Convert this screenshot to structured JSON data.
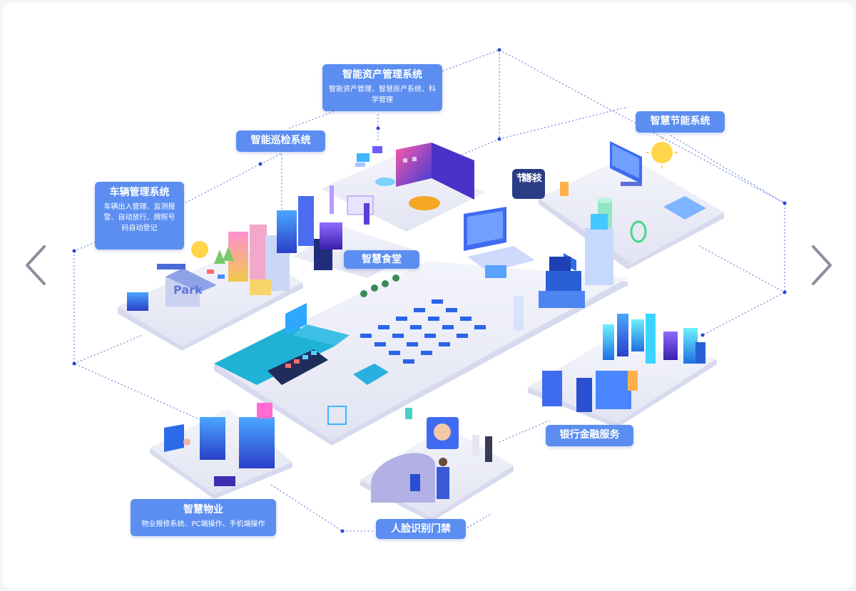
{
  "labels": {
    "vehicle": {
      "title": "车辆管理系统",
      "desc": "车辆出入管理、监测报警、自动放行、牌照号码自动登记"
    },
    "patrol": {
      "title": "智能巡检系统"
    },
    "asset": {
      "title": "智能资产管理系统",
      "desc": "智能资产管理、智慧房产系统、科学管理"
    },
    "energy": {
      "title": "智慧节能系统"
    },
    "canteen": {
      "title": "智慧食堂"
    },
    "bank": {
      "title": "银行金融服务"
    },
    "property": {
      "title": "智慧物业",
      "desc": "物业报修系统、PC端操作、手机端操作"
    },
    "face": {
      "title": "人脸识别门禁"
    }
  },
  "illustration": {
    "park_sign": "Park",
    "energy_sign": "节能科技"
  },
  "nav": {
    "prev_icon": "chevron-left-icon",
    "next_icon": "chevron-right-icon"
  },
  "colors": {
    "label_bg": "#5b8ef0",
    "accent_blue": "#2a64e8",
    "cyan": "#22b7d8",
    "purple": "#6a3fd8",
    "dotline": "#3553d6"
  }
}
